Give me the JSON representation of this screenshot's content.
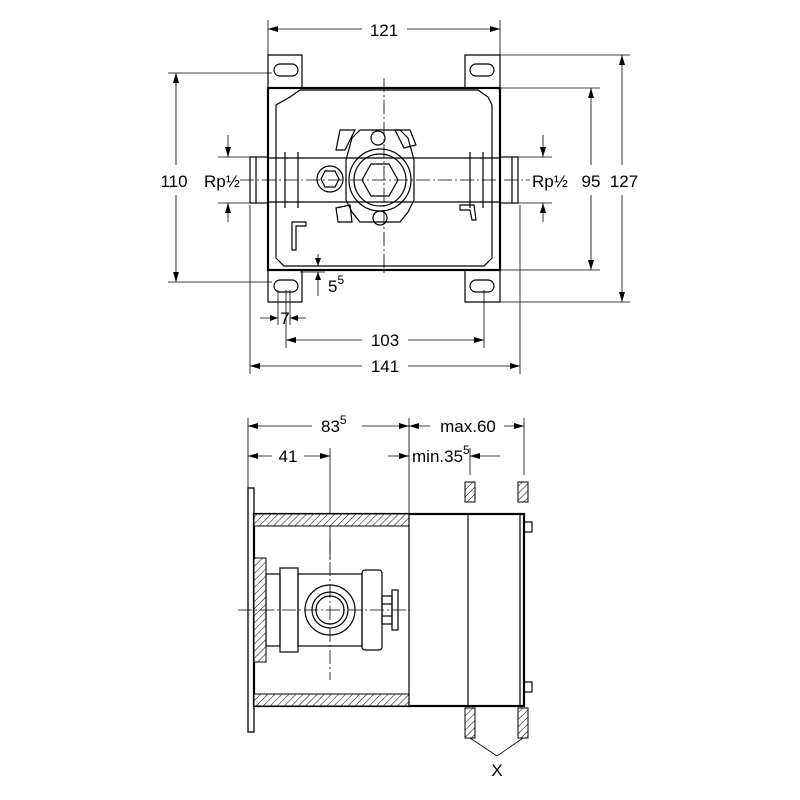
{
  "top_view": {
    "dims": {
      "width_top": "121",
      "height_left": "110",
      "thread_left": "Rp½",
      "thread_right": "Rp½",
      "height_inner": "95",
      "height_outer": "127",
      "offset_small": "5",
      "offset_small_sup": "5",
      "slot_width": "7",
      "hole_spacing": "103",
      "width_overall": "141"
    }
  },
  "side_view": {
    "dims": {
      "depth_total": "83",
      "depth_total_sup": "5",
      "depth_axis": "41",
      "wall_max": "max.60",
      "wall_min": "min.35",
      "wall_min_sup": "5",
      "wall_label": "X"
    }
  },
  "colors": {
    "line": "#000000",
    "background": "#ffffff"
  }
}
